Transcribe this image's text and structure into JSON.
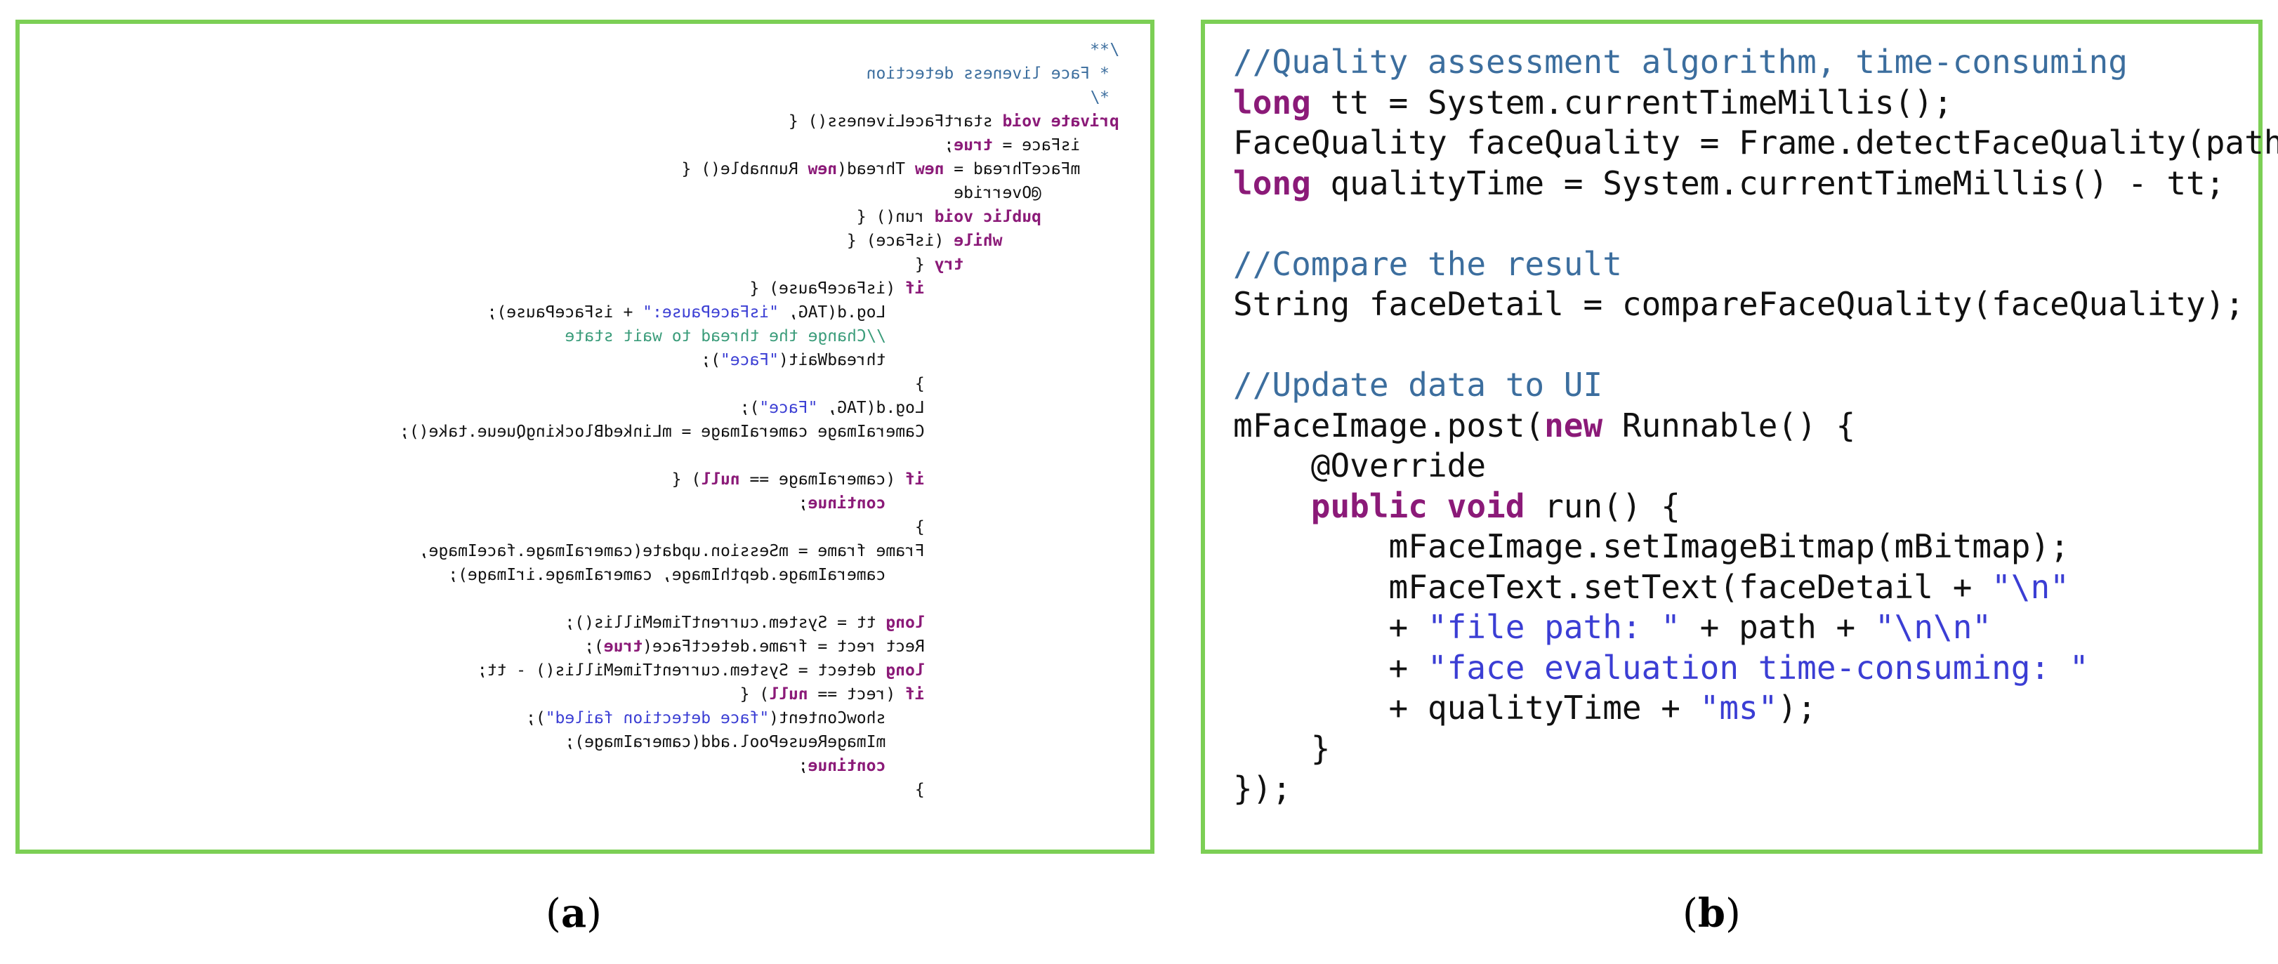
{
  "colors": {
    "panel_border": "#7ccf55",
    "keyword": "#8b1a78",
    "comment": "#3c6e9e",
    "comment_green": "#3a9c7a",
    "string": "#3b3ed4",
    "text": "#111111"
  },
  "panel_a": {
    "caption": {
      "open": "(",
      "letter": "a",
      "close": ")"
    },
    "mirrored": true,
    "lines": [
      [
        {
          "t": "/**",
          "c": "comment"
        }
      ],
      [
        {
          "t": " * Face liveness detection",
          "c": "comment"
        }
      ],
      [
        {
          "t": " */",
          "c": "comment"
        }
      ],
      [
        {
          "t": "private void",
          "c": "keyword"
        },
        {
          "t": " startFaceLiveness() {"
        }
      ],
      [
        {
          "t": "    isFace = "
        },
        {
          "t": "true",
          "c": "keyword"
        },
        {
          "t": ";"
        }
      ],
      [
        {
          "t": "    mFaceThread = "
        },
        {
          "t": "new",
          "c": "keyword"
        },
        {
          "t": " Thread("
        },
        {
          "t": "new",
          "c": "keyword"
        },
        {
          "t": " Runnable() {"
        }
      ],
      [
        {
          "t": "        @Override"
        }
      ],
      [
        {
          "t": "        "
        },
        {
          "t": "public void",
          "c": "keyword"
        },
        {
          "t": " run() {"
        }
      ],
      [
        {
          "t": "            "
        },
        {
          "t": "while",
          "c": "keyword"
        },
        {
          "t": " (isFace) {"
        }
      ],
      [
        {
          "t": "                "
        },
        {
          "t": "try",
          "c": "keyword"
        },
        {
          "t": " {"
        }
      ],
      [
        {
          "t": "                    "
        },
        {
          "t": "if",
          "c": "keyword"
        },
        {
          "t": " (isFacePause) {"
        }
      ],
      [
        {
          "t": "                        Log.d(TAG, "
        },
        {
          "t": "\"isFacePause:\"",
          "c": "string"
        },
        {
          "t": " + isFacePause);"
        }
      ],
      [
        {
          "t": "                        //Change the thread to wait state",
          "c": "comment-green"
        }
      ],
      [
        {
          "t": "                        threadWait("
        },
        {
          "t": "\"Face\"",
          "c": "string"
        },
        {
          "t": ");"
        }
      ],
      [
        {
          "t": "                    }"
        }
      ],
      [
        {
          "t": "                    Log.d(TAG, "
        },
        {
          "t": "\"Face\"",
          "c": "string"
        },
        {
          "t": ");"
        }
      ],
      [
        {
          "t": "                    CameraImage cameraImage = mLinkedBlockingQueue.take();"
        }
      ],
      [
        {
          "t": ""
        }
      ],
      [
        {
          "t": "                    "
        },
        {
          "t": "if",
          "c": "keyword"
        },
        {
          "t": " (cameraImage == "
        },
        {
          "t": "null",
          "c": "keyword"
        },
        {
          "t": ") {"
        }
      ],
      [
        {
          "t": "                        "
        },
        {
          "t": "continue",
          "c": "keyword"
        },
        {
          "t": ";"
        }
      ],
      [
        {
          "t": "                    }"
        }
      ],
      [
        {
          "t": "                    Frame frame = mSession.update(cameraImage.faceImage,"
        }
      ],
      [
        {
          "t": "                        cameraImage.depthImage, cameraImage.irImage);"
        }
      ],
      [
        {
          "t": ""
        }
      ],
      [
        {
          "t": "                    "
        },
        {
          "t": "long",
          "c": "keyword"
        },
        {
          "t": " tt = System.currentTimeMillis();"
        }
      ],
      [
        {
          "t": "                    Rect rect = frame.detectFace("
        },
        {
          "t": "true",
          "c": "keyword"
        },
        {
          "t": ");"
        }
      ],
      [
        {
          "t": "                    "
        },
        {
          "t": "long",
          "c": "keyword"
        },
        {
          "t": " detect = System.currentTimeMillis() - tt;"
        }
      ],
      [
        {
          "t": "                    "
        },
        {
          "t": "if",
          "c": "keyword"
        },
        {
          "t": " (rect == "
        },
        {
          "t": "null",
          "c": "keyword"
        },
        {
          "t": ") {"
        }
      ],
      [
        {
          "t": "                        showContent("
        },
        {
          "t": "\"face detection failed\"",
          "c": "string"
        },
        {
          "t": ");"
        }
      ],
      [
        {
          "t": "                        mImageReusePool.add(cameraImage);"
        }
      ],
      [
        {
          "t": "                        "
        },
        {
          "t": "continue",
          "c": "keyword"
        },
        {
          "t": ";"
        }
      ],
      [
        {
          "t": "                    }"
        }
      ]
    ]
  },
  "panel_b": {
    "caption": {
      "open": "(",
      "letter": "b",
      "close": ")"
    },
    "lines": [
      [
        {
          "t": "//Quality assessment algorithm, time-consuming",
          "c": "comment"
        }
      ],
      [
        {
          "t": "long",
          "c": "keyword"
        },
        {
          "t": " tt = System.currentTimeMillis();"
        }
      ],
      [
        {
          "t": "FaceQuality faceQuality = Frame.detectFaceQuality(path);"
        }
      ],
      [
        {
          "t": "long",
          "c": "keyword"
        },
        {
          "t": " qualityTime = System.currentTimeMillis() - tt;"
        }
      ],
      [
        {
          "t": ""
        }
      ],
      [
        {
          "t": "//Compare the result",
          "c": "comment"
        }
      ],
      [
        {
          "t": "String faceDetail = compareFaceQuality(faceQuality);"
        }
      ],
      [
        {
          "t": ""
        }
      ],
      [
        {
          "t": "//Update data to UI",
          "c": "comment"
        }
      ],
      [
        {
          "t": "mFaceImage.post("
        },
        {
          "t": "new",
          "c": "keyword"
        },
        {
          "t": " Runnable() {"
        }
      ],
      [
        {
          "t": "    @Override"
        }
      ],
      [
        {
          "t": "    "
        },
        {
          "t": "public void",
          "c": "keyword"
        },
        {
          "t": " run() {"
        }
      ],
      [
        {
          "t": "        mFaceImage.setImageBitmap(mBitmap);"
        }
      ],
      [
        {
          "t": "        mFaceText.setText(faceDetail + "
        },
        {
          "t": "\"\\n\"",
          "c": "string"
        }
      ],
      [
        {
          "t": "        + "
        },
        {
          "t": "\"file path: \"",
          "c": "string"
        },
        {
          "t": " + path + "
        },
        {
          "t": "\"\\n\\n\"",
          "c": "string"
        }
      ],
      [
        {
          "t": "        + "
        },
        {
          "t": "\"face evaluation time-consuming: \"",
          "c": "string"
        }
      ],
      [
        {
          "t": "        + qualityTime + "
        },
        {
          "t": "\"ms\"",
          "c": "string"
        },
        {
          "t": ");"
        }
      ],
      [
        {
          "t": "    }"
        }
      ],
      [
        {
          "t": "});"
        }
      ]
    ]
  }
}
